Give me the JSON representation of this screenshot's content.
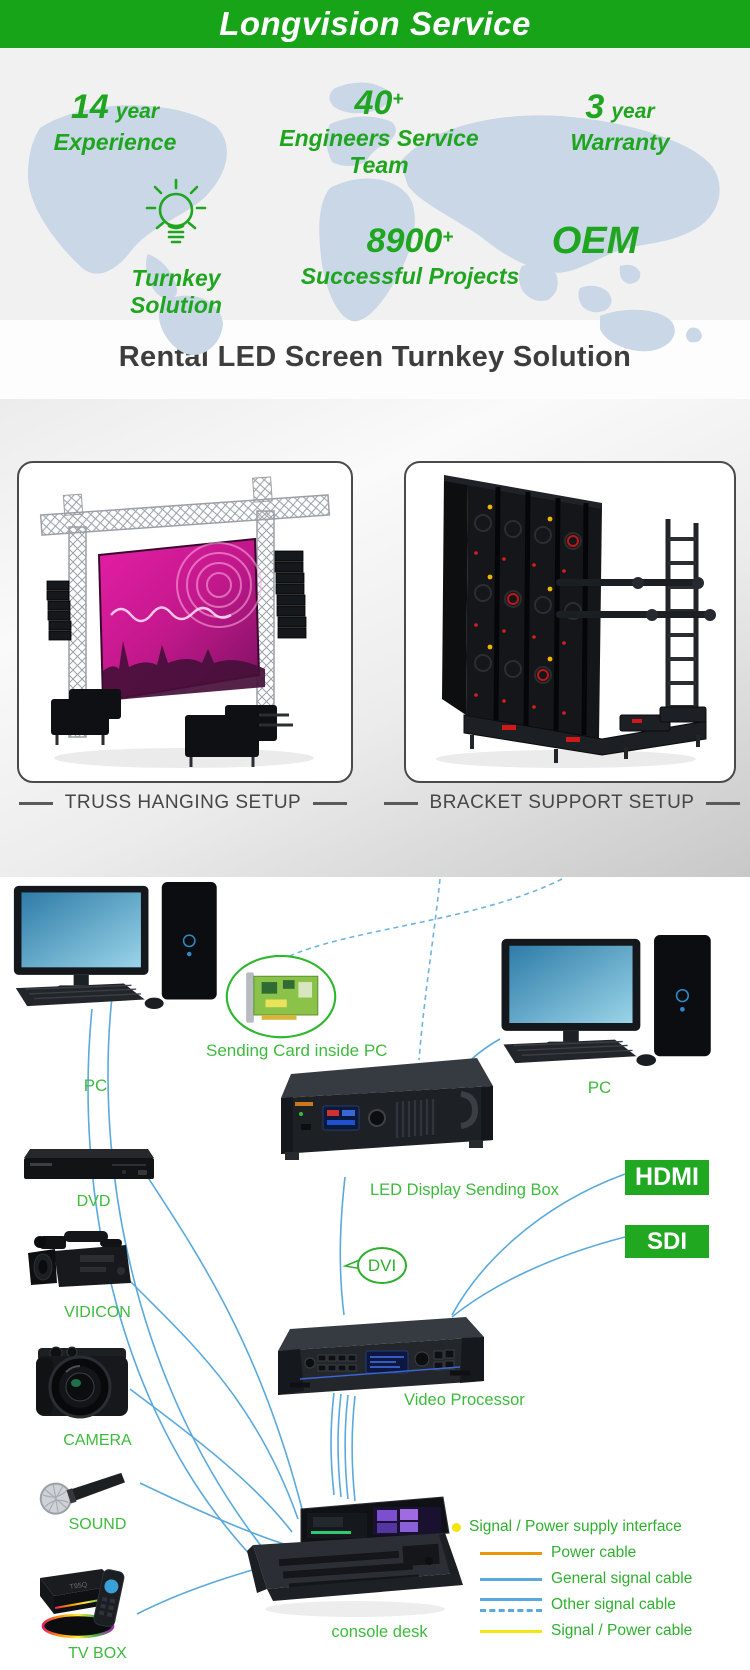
{
  "header": {
    "title": "Longvision Service",
    "bg_color": "#18a418"
  },
  "stats": {
    "experience": {
      "value": "14",
      "unit": "year",
      "label": "Experience"
    },
    "engineers": {
      "value": "40",
      "plus": "+",
      "label": "Engineers Service Team"
    },
    "warranty": {
      "value": "3",
      "unit": "year",
      "label": "Warranty"
    },
    "turnkey": {
      "icon": "lightbulb-icon",
      "label": "Turnkey Solution"
    },
    "projects": {
      "value": "8900",
      "plus": "+",
      "label": "Successful Projects"
    },
    "oem": {
      "label": "OEM"
    },
    "accent_color": "#1fa51f"
  },
  "section_title": "Rental LED Screen Turnkey Solution",
  "products": {
    "left_caption": "TRUSS HANGING SETUP",
    "right_caption": "BRACKET SUPPORT SETUP"
  },
  "diagram": {
    "labels": {
      "pc_left": "PC",
      "pc_right": "PC",
      "sending_card": "Sending Card inside PC",
      "sending_box": "LED Display Sending Box",
      "hdmi": "HDMI",
      "sdi": "SDI",
      "dvi": "DVI",
      "video_processor": "Video Processor",
      "dvd": "DVD",
      "vidicon": "VIDICON",
      "camera": "CAMERA",
      "sound": "SOUND",
      "tv_box": "TV BOX",
      "console": "console desk"
    },
    "label_color": "#3dbb3d",
    "line_color": "#5aa9dd",
    "legend": {
      "title": "Signal / Power supply interface",
      "bullet_color": "#f2e50e",
      "items": [
        {
          "label": "Power cable",
          "color": "#e8960c",
          "style": "solid"
        },
        {
          "label": "General signal cable",
          "color": "#5aa9dd",
          "style": "solid"
        },
        {
          "label": "Other signal cable",
          "color": "#5aa9dd",
          "style": "solid-over-dashed"
        },
        {
          "label": "Signal / Power cable",
          "color": "#f2e614",
          "style": "solid"
        }
      ]
    }
  }
}
